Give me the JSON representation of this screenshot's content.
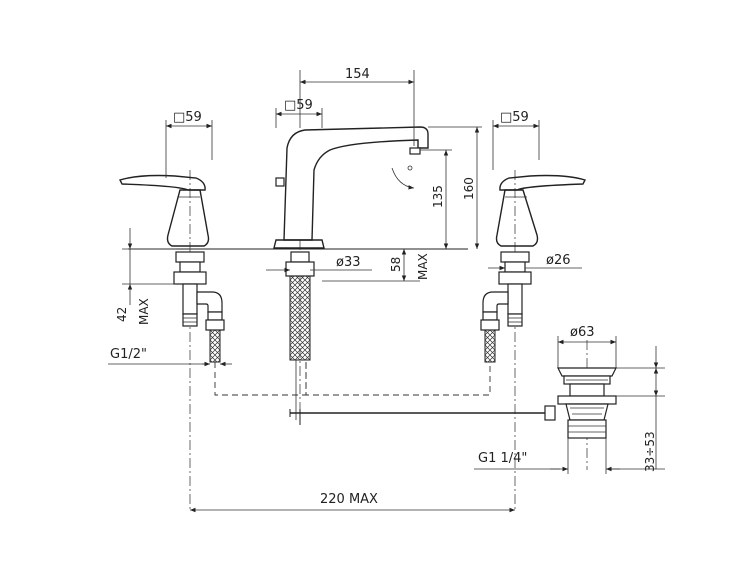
{
  "diagram": {
    "dimensions": {
      "spout_reach": "154",
      "left_handle_square": "□59",
      "spout_square": "□59",
      "right_handle_square": "□59",
      "spout_clearance": "135",
      "overall_height": "160",
      "spout_body_diameter": "ø33",
      "deck_thickness": "58",
      "deck_thickness_unit": "MAX",
      "valve_diameter": "ø26",
      "valve_depth": "42",
      "valve_depth_unit": "MAX",
      "inlet_thread": "G1/2\"",
      "waste_diameter": "ø63",
      "waste_thread": "G1  1/4\"",
      "waste_range": "33÷53",
      "center_spacing": "220  MAX"
    }
  }
}
